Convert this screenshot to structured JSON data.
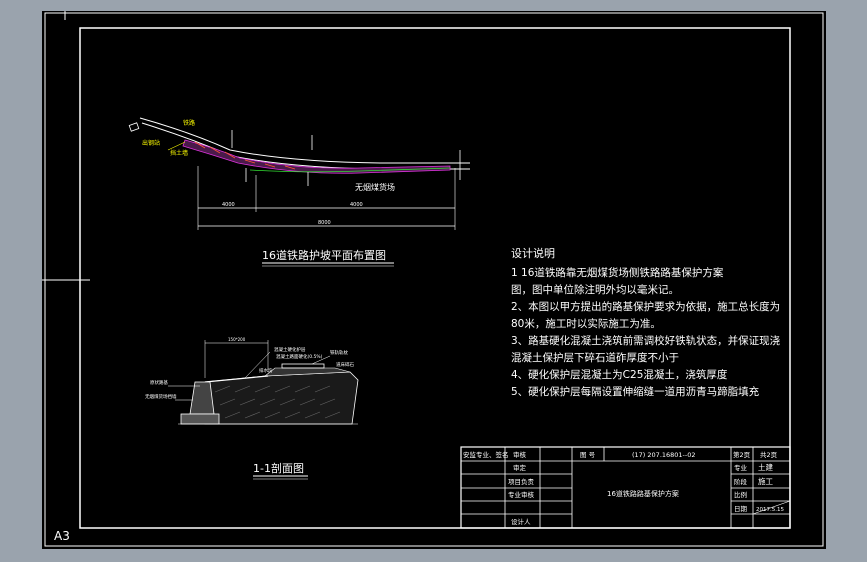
{
  "sheet_label": "A3",
  "colors": {
    "background": "#000000",
    "frame": "#ffffff",
    "road": "#ff3333",
    "dim": "#33dd33",
    "annotation": "#ffff00",
    "hatch": "#dd33dd"
  },
  "plan_view": {
    "title": "16道铁路护坡平面布置图",
    "labels": {
      "coal_yard": "无烟煤货场",
      "retaining_wall": "挡土墙",
      "rail": "铁路",
      "gate": "出钢站"
    },
    "dims": {
      "left": "4000",
      "right": "4000",
      "total": "8000"
    }
  },
  "section_view": {
    "title": "1-1剖面图",
    "labels": {
      "top_dim": "150*200",
      "concrete_surface": "混凝土硬化护层",
      "pavement": "混凝土路面硬化(0.5%)",
      "track": "铁轨轨枕",
      "gravel": "道床碎石",
      "drainage": "排水沟",
      "base": "原状路基",
      "wall": "无烟煤货场挡墙"
    }
  },
  "design_notes": {
    "heading": "设计说明",
    "items": [
      "1          16道铁路靠无烟煤货场侧铁路路基保护方案",
      "图，图中单位除注明外均以毫米记。",
      "2、本图以甲方提出的路基保护要求为依据，施工总长度为",
      "80米，施工时以实际施工为准。",
      "3、路基硬化混凝土浇筑前需调校好铁轨状态，并保证现浇",
      "混凝土保护层下碎石道砟厚度不小于",
      "4、硬化保护层混凝土为C25混凝土，浇筑厚度",
      "5、硬化保护层每隔设置伸缩缝一道用沥青马蹄脂填充"
    ]
  },
  "title_block": {
    "rows_left": [
      "安监专业、签名",
      "审核",
      "审定",
      "项目负责",
      "专业审核",
      "设计人"
    ],
    "drawing_no_label": "图 号",
    "drawing_no": "(17) 207.16801--02",
    "project_name": "16道铁路路基保护方案",
    "sheet_info": "第2页",
    "sheet_total": "共2页",
    "discipline_label": "专业",
    "discipline": "土建",
    "stage_label": "阶段",
    "stage": "施工",
    "scale_label": "比例",
    "date_label": "日期",
    "date": "2017.5.15"
  }
}
